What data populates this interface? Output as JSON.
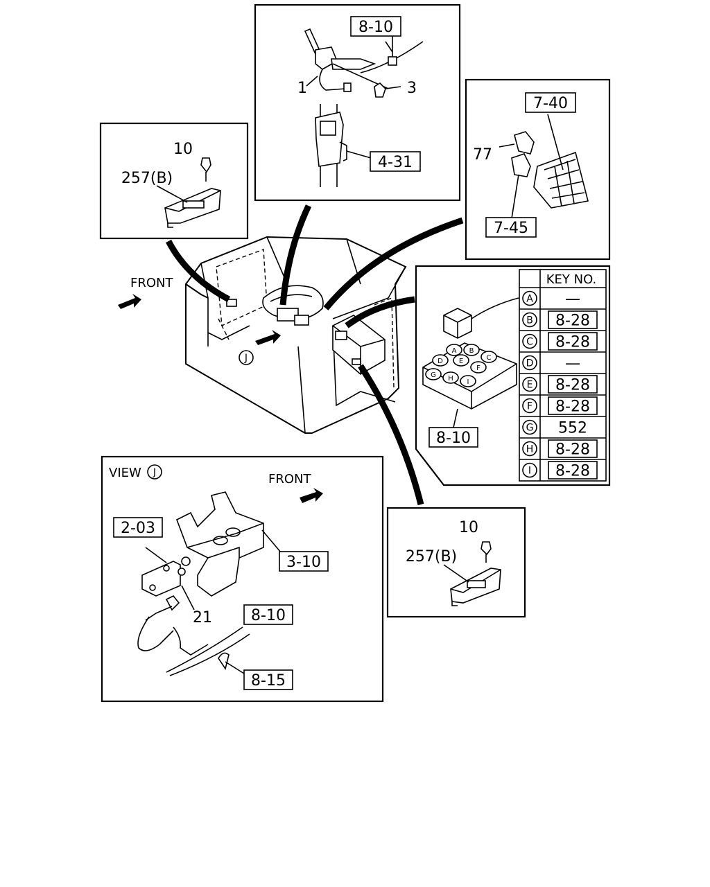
{
  "refs": {
    "top_harness": "8-10",
    "top_bracket": "4-31",
    "relay_block_top": "7-40",
    "relay_block_bottom": "7-45",
    "fuse_box": "8-10",
    "view_bracket": "2-03",
    "view_stay": "3-10",
    "view_harness_upper": "8-10",
    "view_harness_lower": "8-15"
  },
  "parts": {
    "top_switch": "1",
    "top_screw": "3",
    "relay": "77",
    "switch_screw_left": "10",
    "switch_left": "257(B)",
    "switch_screw_right": "10",
    "switch_right": "257(B)",
    "sensor": "21"
  },
  "labels": {
    "front_main": "FRONT",
    "front_view": "FRONT",
    "view_text": "VIEW",
    "view_letter": "J",
    "main_letter": "J"
  },
  "key_table": {
    "header": "KEY NO.",
    "rows": [
      {
        "letter": "A",
        "value": "—",
        "boxed": false
      },
      {
        "letter": "B",
        "value": "8-28",
        "boxed": true
      },
      {
        "letter": "C",
        "value": "8-28",
        "boxed": true
      },
      {
        "letter": "D",
        "value": "—",
        "boxed": false
      },
      {
        "letter": "E",
        "value": "8-28",
        "boxed": true
      },
      {
        "letter": "F",
        "value": "8-28",
        "boxed": true
      },
      {
        "letter": "G",
        "value": "552",
        "boxed": false
      },
      {
        "letter": "H",
        "value": "8-28",
        "boxed": true
      },
      {
        "letter": "I",
        "value": "8-28",
        "boxed": true
      }
    ]
  },
  "fuse_letters": [
    "A",
    "B",
    "C",
    "D",
    "E",
    "F",
    "G",
    "H",
    "I"
  ]
}
